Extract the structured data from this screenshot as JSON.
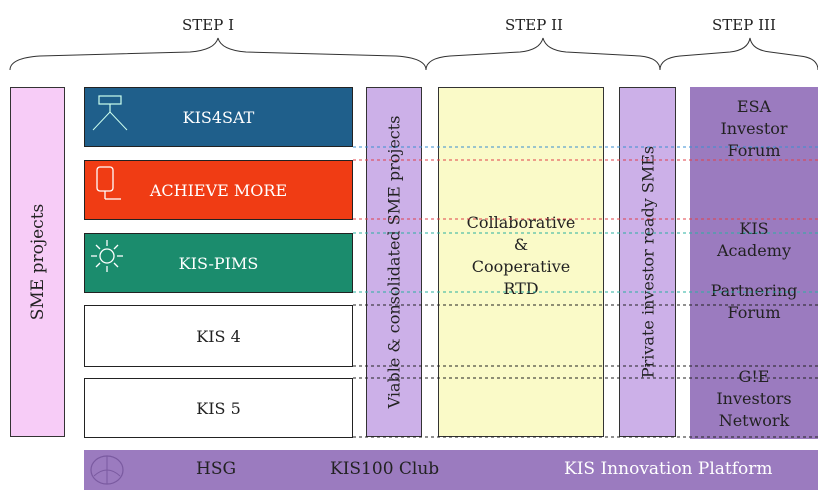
{
  "steps": [
    "STEP I",
    "STEP II",
    "STEP III"
  ],
  "sme_projects_label": "SME projects",
  "kis_boxes": [
    {
      "label": "KIS4SAT",
      "color": "#1f5f8b",
      "icon": "satellite-icon"
    },
    {
      "label": "ACHIEVE MORE",
      "color": "#f03c14",
      "icon": "device-icon"
    },
    {
      "label": "KIS-PIMS",
      "color": "#1b8c6d",
      "icon": "sun-icon"
    },
    {
      "label": "KIS 4",
      "color": "#ffffff"
    },
    {
      "label": "KIS 5",
      "color": "#ffffff"
    }
  ],
  "viable_label": "Viable & consolidated SME projects",
  "collab_label": [
    "Collaborative",
    "&",
    "Cooperative",
    "RTD"
  ],
  "private_label": "Private investor ready SMEs",
  "step3_items": [
    {
      "lines": [
        "ESA",
        "Investor",
        "Forum"
      ]
    },
    {
      "lines": [
        "KIS",
        "Academy"
      ]
    },
    {
      "lines": [
        "Partnering",
        "Forum"
      ]
    },
    {
      "lines": [
        "G!E",
        "Investors",
        "Network"
      ]
    }
  ],
  "bottom": {
    "hsg": "HSG",
    "club": "KIS100 Club",
    "platform": "KIS Innovation Platform",
    "icon": "globe-icon"
  },
  "colors": {
    "purple": "#9b7bbf",
    "light_purple": "#ccb0e8",
    "pink": "#f7ccf7",
    "yellow": "#fafac8"
  }
}
